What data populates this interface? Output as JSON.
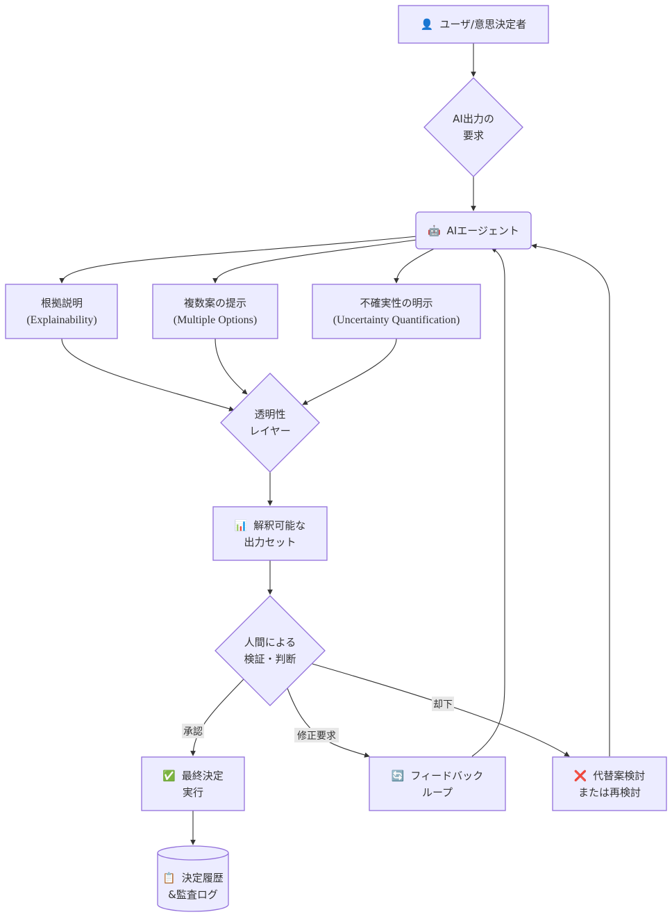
{
  "nodes": {
    "user": {
      "icon": "person-icon",
      "glyph": "👤",
      "label": "ユーザ/意思決定者"
    },
    "request": {
      "line1": "AI出力の",
      "line2": "要求"
    },
    "agent": {
      "icon": "robot-icon",
      "glyph": "🤖",
      "label": "AIエージェント"
    },
    "explain": {
      "line1": "根拠説明",
      "line2": "(Explainability)"
    },
    "options": {
      "line1": "複数案の提示",
      "line2": "(Multiple Options)"
    },
    "uncertainty": {
      "line1": "不確実性の明示",
      "line2": "(Uncertainty Quantification)"
    },
    "transparency": {
      "line1": "透明性",
      "line2": "レイヤー"
    },
    "output": {
      "icon": "bar-chart-icon",
      "glyph": "📊",
      "line1": "解釈可能な",
      "line2": "出力セット"
    },
    "human": {
      "line1": "人間による",
      "line2": "検証・判断"
    },
    "final": {
      "icon": "check-mark-icon",
      "glyph": "✅",
      "line1": "最終決定",
      "line2": "実行"
    },
    "feedback": {
      "icon": "refresh-icon",
      "glyph": "🔄",
      "line1": "フィードバック",
      "line2": "ループ"
    },
    "alternative": {
      "icon": "cross-mark-icon",
      "glyph": "❌",
      "line1": "代替案検討",
      "line2": "または再検討"
    },
    "history": {
      "icon": "clipboard-icon",
      "glyph": "📋",
      "line1": "決定履歴",
      "line2": "&監査ログ"
    }
  },
  "edges": {
    "approve": "承認",
    "revise": "修正要求",
    "reject": "却下"
  },
  "colors": {
    "node_fill": "#ECECFF",
    "node_stroke": "#9370DB",
    "edge": "#333333",
    "edge_label_bg": "#E8E8E8"
  }
}
